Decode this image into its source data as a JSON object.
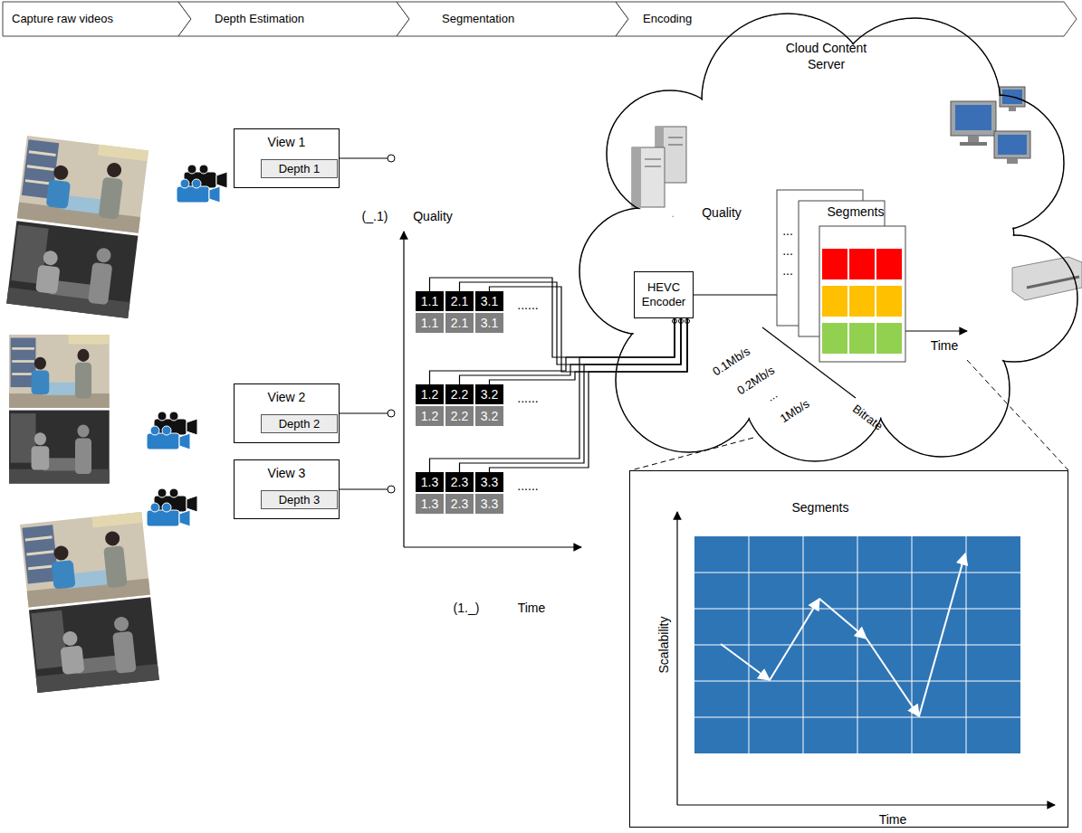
{
  "diagram": {
    "nodes": [
      {
        "text": [
          "Capture raw videos"
        ]
      },
      {
        "text": [
          "Depth Estimation"
        ]
      },
      {
        "text": [
          "Segmentation"
        ]
      },
      {
        "text": [
          "Encoding"
        ]
      },
      {
        "text": [
          "View 1"
        ]
      },
      {
        "text": [
          "Depth 1"
        ],
        "in": 4
      },
      {
        "text": [
          "View 2"
        ]
      },
      {
        "text": [
          "Depth 2"
        ],
        "in": 6
      },
      {
        "text": [
          "View 3"
        ]
      },
      {
        "text": [
          "Depth 3"
        ],
        "in": 8
      },
      {
        "text": [
          "1.1"
        ]
      },
      {
        "text": [
          "2.1"
        ]
      },
      {
        "text": [
          "3.1"
        ]
      },
      {
        "text": [
          "1.1"
        ]
      },
      {
        "text": [
          "2.1"
        ]
      },
      {
        "text": [
          "3.1"
        ]
      },
      {
        "text": [
          "1.2"
        ]
      },
      {
        "text": [
          "2.2"
        ]
      },
      {
        "text": [
          "3.2"
        ]
      },
      {
        "text": [
          "1.2"
        ]
      },
      {
        "text": [
          "2.2"
        ]
      },
      {
        "text": [
          "3.2"
        ]
      },
      {
        "text": [
          "1.3"
        ]
      },
      {
        "text": [
          "2.3"
        ]
      },
      {
        "text": [
          "3.3"
        ]
      },
      {
        "text": [
          "1.3"
        ]
      },
      {
        "text": [
          "2.3"
        ]
      },
      {
        "text": [
          "3.3"
        ]
      },
      {
        "text": [
          "Cloud Content Server"
        ]
      },
      {
        "text": [
          "HEVC Encoder"
        ],
        "in": 28
      },
      {
        "text": [
          "Segments"
        ],
        "in": 28
      },
      {
        "text": [
          "Segments",
          "Scalability",
          "Time"
        ]
      }
    ],
    "edges": [
      {
        "from": 10,
        "to": 29,
        "arrow": "none"
      },
      {
        "from": 11,
        "to": 29,
        "arrow": "none"
      },
      {
        "from": 12,
        "to": 29,
        "arrow": "none"
      },
      {
        "from": 16,
        "to": 29,
        "arrow": "none"
      },
      {
        "from": 17,
        "to": 29,
        "arrow": "none"
      },
      {
        "from": 18,
        "to": 29,
        "arrow": "none"
      },
      {
        "from": 22,
        "to": 29,
        "arrow": "none"
      },
      {
        "from": 23,
        "to": 29,
        "arrow": "none"
      },
      {
        "from": 24,
        "to": 29,
        "arrow": "none"
      },
      {
        "from": 29,
        "to": 30,
        "arrow": "none"
      }
    ],
    "labels": [
      "(_.1)",
      "Quality",
      "......",
      "......",
      "......",
      "(1._)",
      "Time",
      "Quality",
      "...",
      "...",
      "...",
      "Time",
      "0.1Mb/s",
      "0.2Mb/s",
      "...",
      "1Mb/s",
      "Bitrate"
    ]
  }
}
